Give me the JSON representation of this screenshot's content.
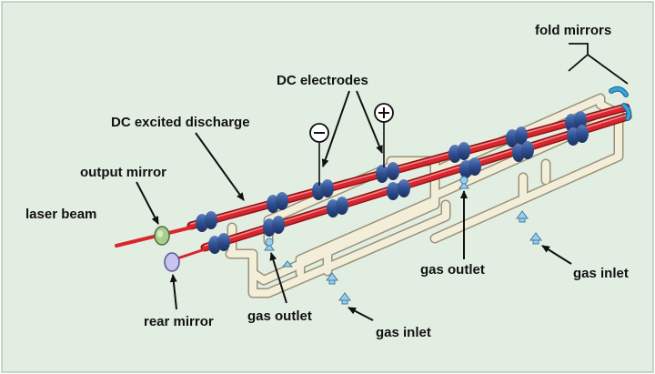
{
  "labels": {
    "fold_mirrors": "fold mirrors",
    "dc_electrodes": "DC electrodes",
    "dc_excited_discharge": "DC excited discharge",
    "output_mirror": "output mirror",
    "laser_beam": "laser beam",
    "rear_mirror": "rear mirror",
    "gas_outlet_left": "gas outlet",
    "gas_inlet_left": "gas inlet",
    "gas_outlet_right": "gas outlet",
    "gas_inlet_right": "gas inlet"
  },
  "symbols": {
    "negative_electrode": "negative-electrode-symbol",
    "positive_electrode": "positive-electrode-symbol"
  },
  "colors": {
    "background": "#e3eee3",
    "tube": "#d9252d",
    "tube_highlight": "#f08a8a",
    "electrode": "#2f4f8f",
    "electrode_dark": "#1c3060",
    "manifold": "#f3eed9",
    "manifold_edge": "#9a9278",
    "output_mirror": "#a9cf8f",
    "rear_mirror": "#c8c4f0",
    "fold_mirror": "#3aa3d6",
    "gas_port": "#9ccde8"
  }
}
